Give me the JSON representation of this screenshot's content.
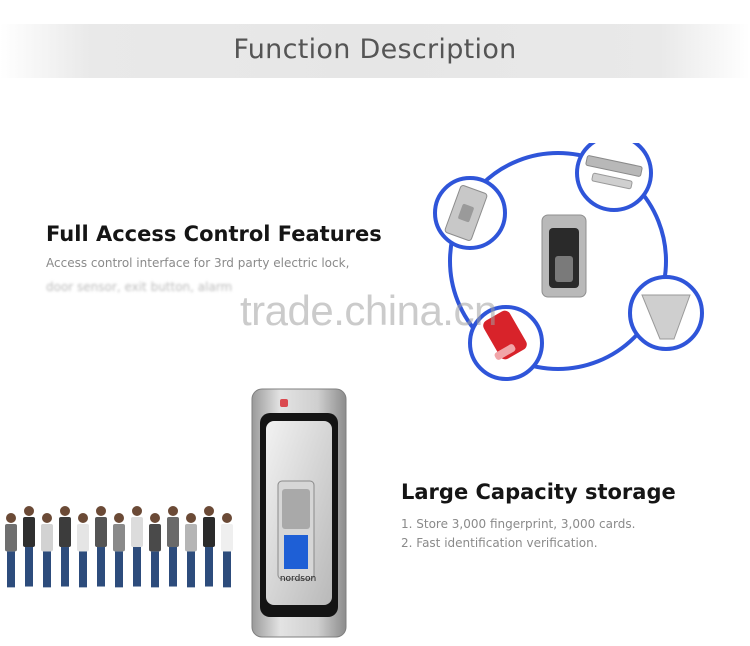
{
  "header": {
    "title": "Function Description"
  },
  "feature_access": {
    "title": "Full Access Control Features",
    "description": "Access control interface for 3rd party electric lock,"
  },
  "watermark": "trade.china.cn",
  "feature_storage": {
    "title": "Large Capacity storage",
    "lines": [
      "1. Store 3,000 fingerprint, 3,000 cards.",
      "2. Fast identification verification."
    ]
  },
  "device": {
    "brand": "nordson"
  },
  "colors": {
    "ring": "#2f55d9",
    "header_band": "#e7e7e7",
    "title_text": "#151515",
    "body_text": "#8a8a8a",
    "card_red": "#d8232a",
    "scanner_blue": "#1e5fd6"
  }
}
